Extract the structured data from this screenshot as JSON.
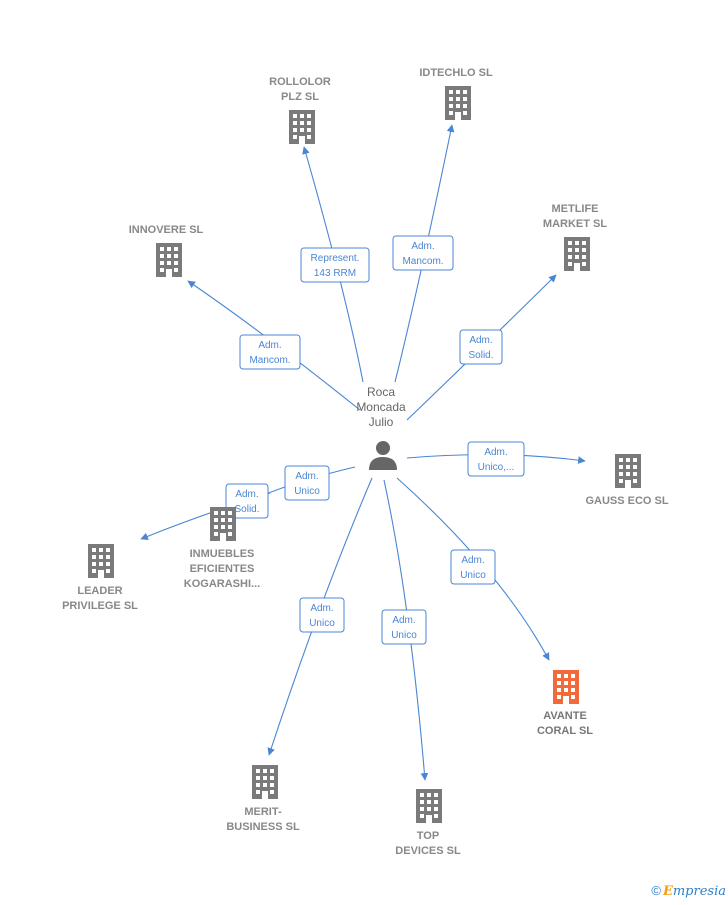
{
  "colors": {
    "edge": "#4a86d4",
    "building": "#7a7a7a",
    "building_highlight": "#f26a3a",
    "person": "#666666",
    "label": "#888888"
  },
  "center": {
    "id": "person",
    "icon": "person-icon",
    "label_lines": [
      "Roca",
      "Moncada",
      "Julio"
    ]
  },
  "nodes": [
    {
      "id": "rollolor",
      "label_lines": [
        "ROLLOLOR",
        "PLZ SL"
      ],
      "icon": "building-icon",
      "highlight": false
    },
    {
      "id": "idtechlo",
      "label_lines": [
        "IDTECHLO SL"
      ],
      "icon": "building-icon",
      "highlight": false
    },
    {
      "id": "innovere",
      "label_lines": [
        "INNOVERE SL"
      ],
      "icon": "building-icon",
      "highlight": false
    },
    {
      "id": "metlife",
      "label_lines": [
        "METLIFE",
        "MARKET  SL"
      ],
      "icon": "building-icon",
      "highlight": false
    },
    {
      "id": "gauss",
      "label_lines": [
        "GAUSS ECO SL"
      ],
      "icon": "building-icon",
      "highlight": false
    },
    {
      "id": "inmuebles",
      "label_lines": [
        "INMUEBLES",
        "EFICIENTES",
        "KOGARASHI..."
      ],
      "icon": "building-icon",
      "highlight": false
    },
    {
      "id": "leader",
      "label_lines": [
        "LEADER",
        "PRIVILEGE  SL"
      ],
      "icon": "building-icon",
      "highlight": false
    },
    {
      "id": "avante",
      "label_lines": [
        "AVANTE",
        "CORAL  SL"
      ],
      "icon": "building-icon",
      "highlight": true
    },
    {
      "id": "merit",
      "label_lines": [
        "MERIT-",
        "BUSINESS  SL"
      ],
      "icon": "building-icon",
      "highlight": false
    },
    {
      "id": "top",
      "label_lines": [
        "TOP",
        "DEVICES SL"
      ],
      "icon": "building-icon",
      "highlight": false
    }
  ],
  "edges": [
    {
      "to": "rollolor",
      "label_lines": [
        "Represent.",
        "143 RRM"
      ]
    },
    {
      "to": "idtechlo",
      "label_lines": [
        "Adm.",
        "Mancom."
      ]
    },
    {
      "to": "innovere",
      "label_lines": [
        "Adm.",
        "Mancom."
      ]
    },
    {
      "to": "metlife",
      "label_lines": [
        "Adm.",
        "Solid."
      ]
    },
    {
      "to": "gauss",
      "label_lines": [
        "Adm.",
        "Unico,..."
      ]
    },
    {
      "to": "inmuebles",
      "label_lines": [
        "Adm.",
        "Unico"
      ]
    },
    {
      "to": "leader",
      "label_lines": [
        "Adm.",
        "Solid."
      ]
    },
    {
      "to": "avante",
      "label_lines": [
        "Adm.",
        "Unico"
      ]
    },
    {
      "to": "merit",
      "label_lines": [
        "Adm.",
        "Unico"
      ]
    },
    {
      "to": "top",
      "label_lines": [
        "Adm.",
        "Unico"
      ]
    }
  ],
  "footer": {
    "copyright": "©",
    "brand_first": "E",
    "brand_rest": "mpresia"
  }
}
